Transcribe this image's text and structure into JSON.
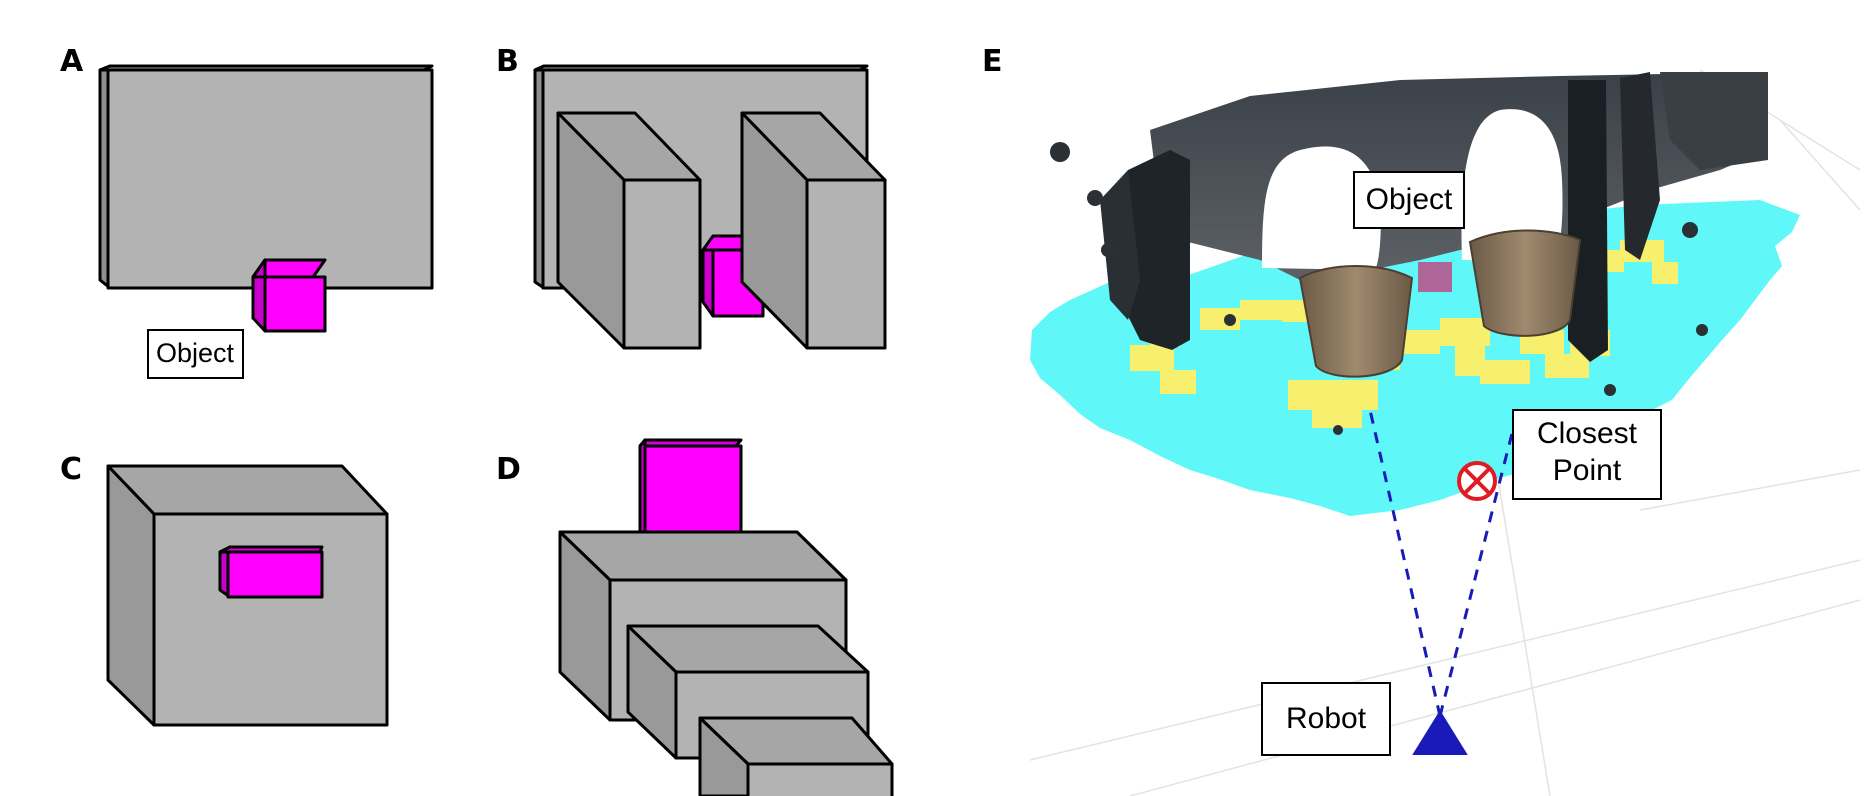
{
  "panels": {
    "a": {
      "letter": "A",
      "object_label": "Object"
    },
    "b": {
      "letter": "B"
    },
    "c": {
      "letter": "C"
    },
    "d": {
      "letter": "D"
    },
    "e": {
      "letter": "E",
      "object_label": "Object",
      "closest_label_line1": "Closest",
      "closest_label_line2": "Point",
      "robot_label": "Robot"
    }
  },
  "colors": {
    "box_gray": "#b3b3b3",
    "object_magenta": "#ff00ff",
    "floor_cyan": "#5ff7f7",
    "edge_yellow": "#f6f06e",
    "robot_blue": "#1a1ab8",
    "marker_red": "#e01b24"
  }
}
